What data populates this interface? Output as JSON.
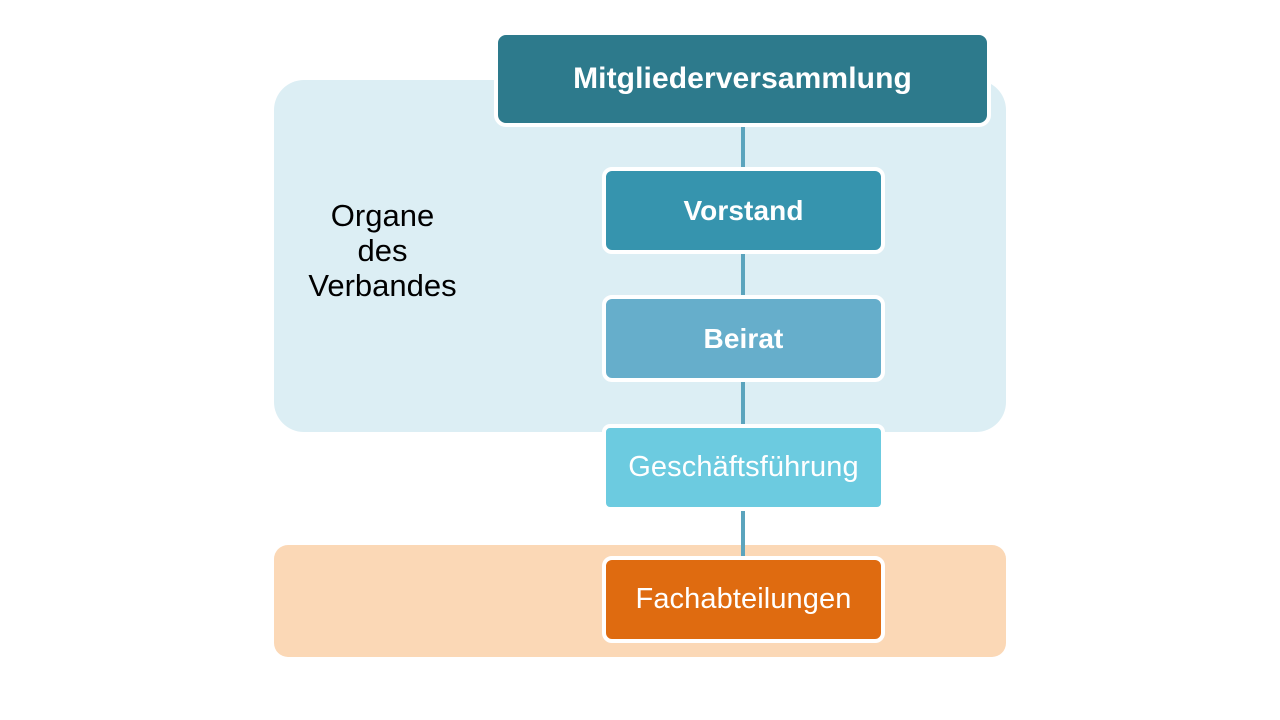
{
  "diagram": {
    "title": "Organe des Verbandes",
    "groups": [
      {
        "id": "organe",
        "label": "Organe\ndes\nVerbandes",
        "color": "#dceef4"
      },
      {
        "id": "fachabteilungen",
        "label": "",
        "color": "#fbd8b6"
      }
    ],
    "nodes": [
      {
        "id": "mitgliederversammlung",
        "label": "Mitgliederversammlung",
        "color": "#2d7a8c",
        "bold": true
      },
      {
        "id": "vorstand",
        "label": "Vorstand",
        "color": "#3694ae",
        "bold": true
      },
      {
        "id": "beirat",
        "label": "Beirat",
        "color": "#66aecb",
        "bold": true
      },
      {
        "id": "geschaeftsfuehrung",
        "label": "Geschäftsführung",
        "color": "#6ccbe0",
        "bold": false
      },
      {
        "id": "fachabteilungen",
        "label": "Fachabteilungen",
        "color": "#df6b10",
        "bold": false
      }
    ],
    "connector_color": "#5ba4bd",
    "background_color": "#ffffff"
  }
}
